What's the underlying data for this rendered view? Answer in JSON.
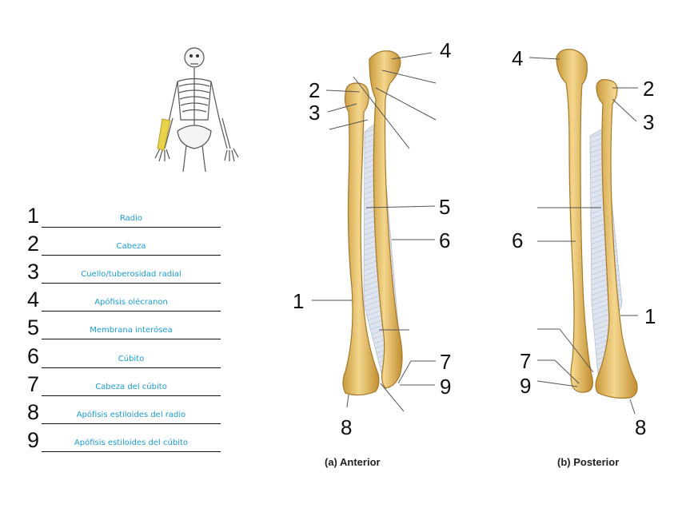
{
  "answers": [
    {
      "num": "1",
      "text": "Radio"
    },
    {
      "num": "2",
      "text": "Cabeza"
    },
    {
      "num": "3",
      "text": "Cuello/tuberosidad radial"
    },
    {
      "num": "4",
      "text": "Apófisis olécranon"
    },
    {
      "num": "5",
      "text": "Membrana interósea"
    },
    {
      "num": "6",
      "text": "Cúbito"
    },
    {
      "num": "7",
      "text": "Cabeza del cúbito"
    },
    {
      "num": "8",
      "text": "Apófisis estiloides del radio"
    },
    {
      "num": "9",
      "text": "Apófisis estiloides del cúbito"
    }
  ],
  "anterior": {
    "caption": "(a) Anterior",
    "labels": {
      "l1": "1",
      "l2": "2",
      "l3": "3",
      "l4": "4",
      "l5": "5",
      "l6": "6",
      "l7": "7",
      "l8": "8",
      "l9": "9"
    }
  },
  "posterior": {
    "caption": "(b) Posterior",
    "labels": {
      "l1": "1",
      "l2": "2",
      "l3": "3",
      "l4": "4",
      "l6": "6",
      "l7": "7",
      "l8": "8",
      "l9": "9"
    }
  },
  "colors": {
    "bone": "#e9c470",
    "bone_dark": "#b98a2e",
    "membrane": "#cfd8e6",
    "answer_text": "#1a9bd6",
    "skeleton_highlight": "#e8d24a"
  },
  "icons": {
    "skeleton": "skeleton-icon"
  }
}
